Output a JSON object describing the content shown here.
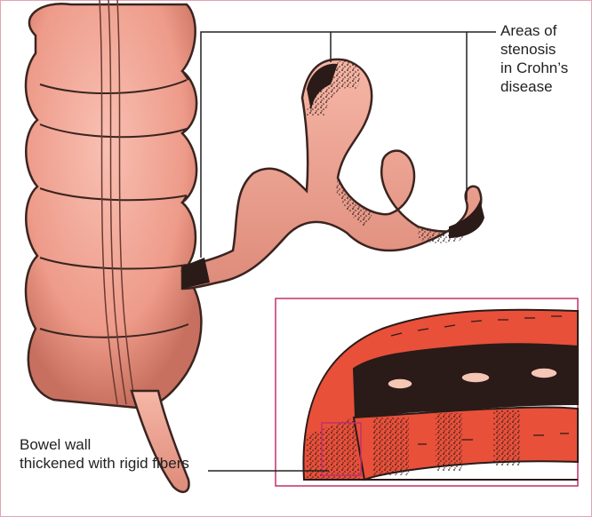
{
  "labels": {
    "stenosis": [
      "Areas of",
      "stenosis",
      "in Crohn’s",
      "disease"
    ],
    "bowel_wall": [
      "Bowel wall",
      "thickened with rigid fibers"
    ]
  },
  "colors": {
    "bowel": "#f2a190",
    "bowel_shadow": "#c86a5c",
    "stenosis": "#2a1a18",
    "inset_border": "#c0306a",
    "inset_wall": "#e8503a",
    "frame": "#e3a4b0"
  }
}
